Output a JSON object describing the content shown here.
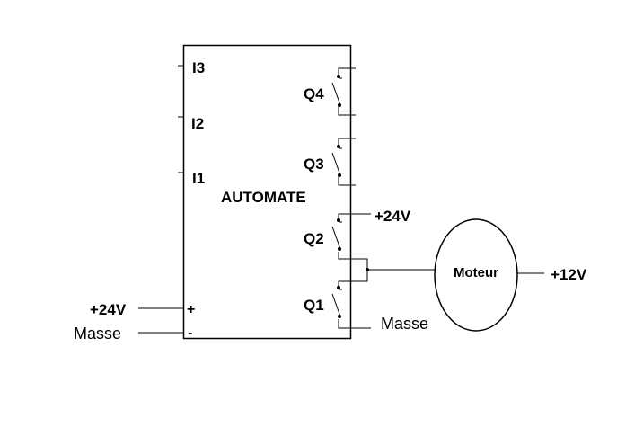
{
  "diagram": {
    "plc": {
      "title": "AUTOMATE",
      "inputs": [
        "I3",
        "I2",
        "I1"
      ],
      "outputs": [
        "Q4",
        "Q3",
        "Q2",
        "Q1"
      ],
      "supply_plus": "+",
      "supply_minus": "-"
    },
    "left_supply": {
      "plus_label": "+24V",
      "ground_label": "Masse"
    },
    "right_connections": {
      "q2_supply_label": "+24V",
      "q1_ground_label": "Masse"
    },
    "motor": {
      "label": "Moteur",
      "supply_label": "+12V"
    }
  }
}
